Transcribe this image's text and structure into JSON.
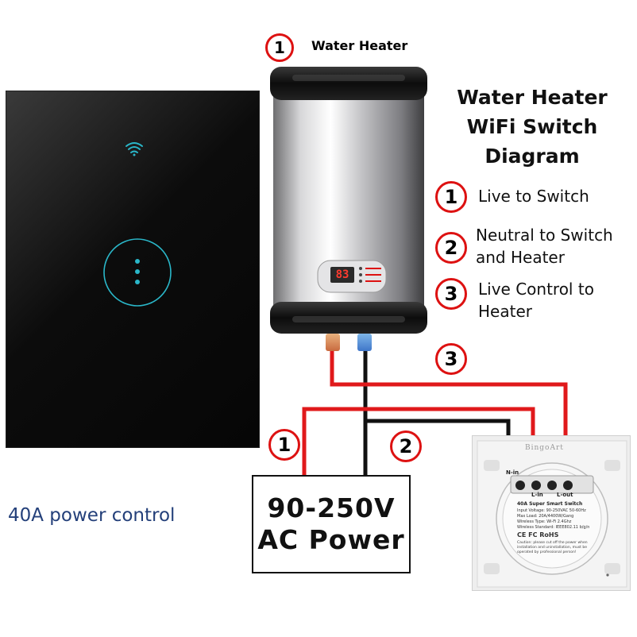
{
  "title": "Water Heater\nWiFi Switch\nDiagram",
  "heater": {
    "badge": "1",
    "label": "Water Heater",
    "display": "83"
  },
  "legend": [
    {
      "num": "1",
      "line1": "Live to Switch",
      "line2": ""
    },
    {
      "num": "2",
      "line1": "Neutral to Switch",
      "line2": "and Heater"
    },
    {
      "num": "3",
      "line1": "Live Control to",
      "line2": "Heater"
    }
  ],
  "wire_badges": {
    "live": "1",
    "neutral": "2",
    "control": "3"
  },
  "power_box": {
    "line1": "90-250V",
    "line2": "AC Power"
  },
  "caption": "40A power control",
  "switch_module": {
    "brand": "BingoArt",
    "terminal_nin": "N-in",
    "terminal_lin": "L-in",
    "terminal_lout": "L-out",
    "product": "40A Super Smart Switch",
    "spec1": "Input Voltage: 90-250VAC 50-60Hz",
    "spec2": "Max Load: 20A/4400W/Gang",
    "spec3": "Wireless Type: Wi-Fi 2.4Ghz",
    "spec4": "Wireless Standard: IEEE802.11 b/g/n",
    "cert": "CE FC RoHS",
    "caution1": "Caution: please cut off the power when",
    "caution2": "installation and uninstallation, must be",
    "caution3": "operated by professional person!"
  },
  "colors": {
    "live_wire": "#e0191b",
    "neutral_wire": "#111111",
    "accent": "#2ab7c9",
    "caption": "#24407a"
  }
}
